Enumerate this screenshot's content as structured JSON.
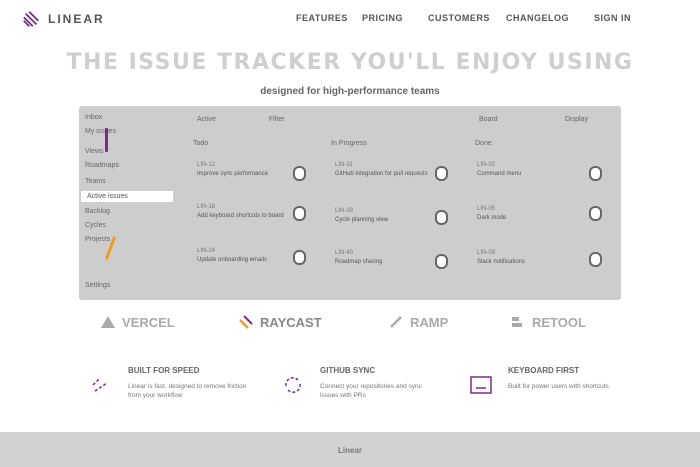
{
  "brand": {
    "name": "LINEAR",
    "accent": "#7a2a8a",
    "orange": "#f29a1e"
  },
  "nav": {
    "links": [
      "FEATURES",
      "PRICING",
      "CUSTOMERS",
      "CHANGELOG",
      "SIGN IN"
    ]
  },
  "hero": {
    "title": "THE ISSUE TRACKER YOU'LL ENJOY USING",
    "subtitle": "designed for high-performance teams"
  },
  "app": {
    "sidebar": {
      "items": [
        "Inbox",
        "My issues",
        "Views",
        "Roadmaps",
        "Teams",
        "Active issues",
        "Backlog",
        "Cycles",
        "Projects",
        "Settings"
      ],
      "active_index": 5
    },
    "top_chips": [
      "Active",
      "Filter",
      "Board",
      "Display"
    ],
    "columns": [
      {
        "name": "Todo",
        "cards": [
          {
            "id": "LIN-12",
            "title": "Improve sync performance"
          },
          {
            "id": "LIN-18",
            "title": "Add keyboard shortcuts to board"
          },
          {
            "id": "LIN-24",
            "title": "Update onboarding emails"
          }
        ]
      },
      {
        "name": "In Progress",
        "cards": [
          {
            "id": "LIN-31",
            "title": "GitHub integration for pull requests"
          },
          {
            "id": "LIN-33",
            "title": "Cycle planning view"
          },
          {
            "id": "LIN-40",
            "title": "Roadmap sharing"
          }
        ]
      },
      {
        "name": "Done",
        "cards": [
          {
            "id": "LIN-02",
            "title": "Command menu"
          },
          {
            "id": "LIN-05",
            "title": "Dark mode"
          },
          {
            "id": "LIN-09",
            "title": "Slack notifications"
          }
        ]
      }
    ]
  },
  "customers": [
    "VERCEL",
    "RAYCAST",
    "RAMP",
    "RETOOL"
  ],
  "features": [
    {
      "title": "BUILT FOR SPEED",
      "desc": "Linear is fast, designed to remove friction from your workflow",
      "icon": "speed-icon"
    },
    {
      "title": "GITHUB SYNC",
      "desc": "Connect your repositories and sync issues with PRs",
      "icon": "sync-icon"
    },
    {
      "title": "KEYBOARD FIRST",
      "desc": "Built for power users with shortcuts",
      "icon": "keyboard-icon"
    }
  ],
  "footer": {
    "label": "Linear"
  }
}
